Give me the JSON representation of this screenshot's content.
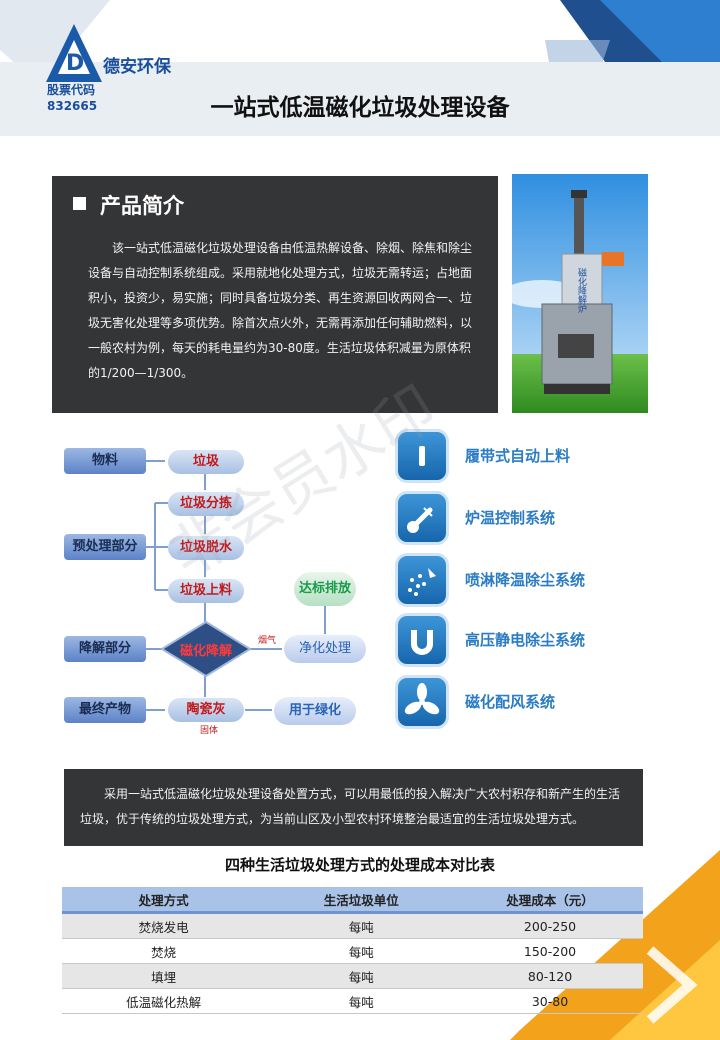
{
  "header": {
    "brand": "德安环保",
    "stock_label": "股票代码",
    "stock_code": "832665",
    "title": "一站式低温磁化垃圾处理设备"
  },
  "intro": {
    "heading": "产品简介",
    "text": "该一站式低温磁化垃圾处理设备由低温热解设备、除烟、除焦和除尘设备与自动控制系统组成。采用就地化处理方式，垃圾无需转运；占地面积小，投资少，易实施；同时具备垃圾分类、再生资源回收两网合一、垃圾无害化处理等多项优势。除首次点火外，无需再添加任何辅助燃料，以一般农村为例，每天的耗电量约为30-80度。生活垃圾体积减量为原体积的1/200—1/300。"
  },
  "photo": {
    "label": "磁化降解炉"
  },
  "flowchart": {
    "categories": [
      "物料",
      "预处理部分",
      "降解部分",
      "最终产物"
    ],
    "steps": [
      "垃圾",
      "垃圾分拣",
      "垃圾脱水",
      "垃圾上料",
      "磁化降解",
      "陶瓷灰"
    ],
    "purify": "净化处理",
    "emission": "达标排放",
    "green": "用于绿化",
    "smoke_label": "烟气",
    "solid_label": "固体"
  },
  "systems": [
    {
      "label": "履带式自动上料",
      "icon": "conveyor-icon"
    },
    {
      "label": "炉温控制系统",
      "icon": "thermometer-icon"
    },
    {
      "label": "喷淋降温除尘系统",
      "icon": "sprinkler-icon"
    },
    {
      "label": "高压静电除尘系统",
      "icon": "magnet-icon"
    },
    {
      "label": "磁化配风系统",
      "icon": "fan-icon"
    }
  ],
  "watermark": "非会员水印",
  "summary": {
    "text": "采用一站式低温磁化垃圾处理设备处置方式，可以用最低的投入解决广大农村积存和新产生的生活垃圾，优于传统的垃圾处理方式，为当前山区及小型农村环境整治最适宜的生活垃圾处理方式。"
  },
  "table": {
    "title": "四种生活垃圾处理方式的处理成本对比表",
    "headers": [
      "处理方式",
      "生活垃圾单位",
      "处理成本（元）"
    ],
    "rows": [
      [
        "焚烧发电",
        "每吨",
        "200-250"
      ],
      [
        "焚烧",
        "每吨",
        "150-200"
      ],
      [
        "填埋",
        "每吨",
        "80-120"
      ],
      [
        "低温磁化热解",
        "每吨",
        "30-80"
      ]
    ]
  },
  "colors": {
    "accent_blue": "#1a4f9c",
    "dark_box": "#343536",
    "orange": "#f3a21b",
    "table_header": "#a9c2e8"
  }
}
